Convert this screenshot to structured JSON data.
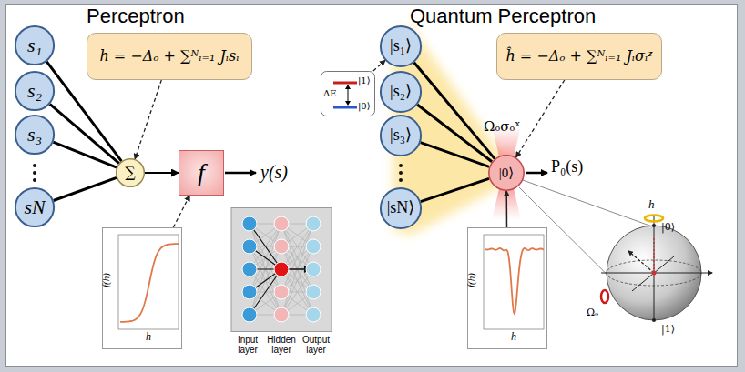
{
  "diagram": {
    "nodes": [
      {
        "text": [
          "s₁"
        ]
      },
      {
        "text": [
          "s₂"
        ]
      },
      {
        "text": [
          "s₃"
        ]
      },
      {
        "text": [
          "sN"
        ]
      },
      {
        "text": [
          "h = −Δₒ + ∑ᴺᵢ₌₁ Jᵢsᵢ"
        ]
      },
      {
        "text": [
          "∑"
        ]
      },
      {
        "text": [
          "f"
        ]
      },
      {
        "text": [
          "f(h)",
          "h"
        ]
      },
      {
        "text": [
          "Input layer",
          "Hidden layer",
          "Output layer"
        ]
      },
      {
        "text": [
          "|1⟩",
          "ΔE",
          "|0⟩"
        ]
      },
      {
        "text": [
          "|s₁⟩"
        ]
      },
      {
        "text": [
          "|s₂⟩"
        ]
      },
      {
        "text": [
          "|s₃⟩"
        ]
      },
      {
        "text": [
          "|sN⟩"
        ]
      },
      {
        "text": [
          "ĥ = −Δₒ + ∑ᴺᵢ₌₁ Jᵢσᵢᶻ"
        ]
      },
      {
        "text": [
          "|0⟩"
        ]
      },
      {
        "text": [
          "f(h)",
          "h"
        ]
      }
    ],
    "edges": [
      {
        "from": 0,
        "to": 5,
        "arrow": "none"
      },
      {
        "from": 1,
        "to": 5,
        "arrow": "none"
      },
      {
        "from": 2,
        "to": 5,
        "arrow": "none"
      },
      {
        "from": 3,
        "to": 5,
        "arrow": "none"
      },
      {
        "from": 5,
        "to": 6,
        "arrow": "to"
      },
      {
        "from": 4,
        "to": 5,
        "arrow": "to"
      },
      {
        "from": 7,
        "to": 6,
        "arrow": "to"
      },
      {
        "from": 10,
        "to": 15,
        "arrow": "none"
      },
      {
        "from": 11,
        "to": 15,
        "arrow": "none"
      },
      {
        "from": 12,
        "to": 15,
        "arrow": "none"
      },
      {
        "from": 13,
        "to": 15,
        "arrow": "none"
      },
      {
        "from": 14,
        "to": 15,
        "arrow": "to"
      },
      {
        "from": 9,
        "to": 10,
        "arrow": "to"
      },
      {
        "from": 16,
        "to": 15,
        "arrow": "to"
      }
    ],
    "labels": [
      "Perceptron",
      "Quantum Perceptron",
      "y(s)",
      "Ωₒσₒˣ",
      "P₀(s)",
      "h",
      "|0⟩",
      "|1⟩",
      "Ωₒ"
    ]
  }
}
